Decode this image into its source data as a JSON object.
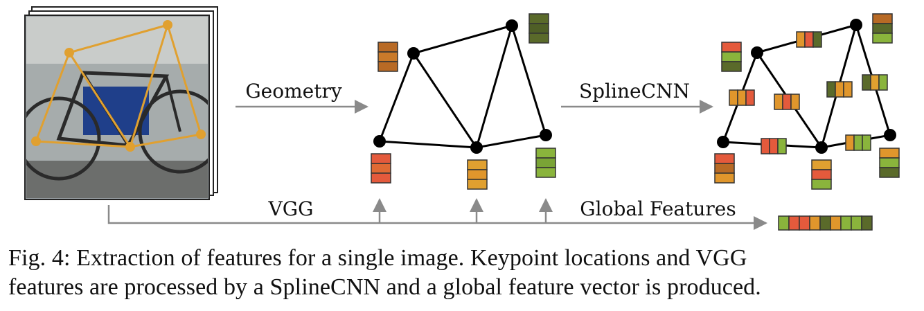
{
  "labels": {
    "geometry": "Geometry",
    "splinecnn": "SplineCNN",
    "vgg": "VGG",
    "global_features": "Global Features"
  },
  "caption": {
    "line1": "Fig. 4: Extraction of features for a single image. Keypoint locations and VGG",
    "line2": "features are processed by a SplineCNN and a global feature vector is produced."
  },
  "colors": {
    "red": "#e45a3c",
    "orange": "#e08a2a",
    "amber": "#e0a030",
    "brown": "#b86a25",
    "olive": "#5a6a2a",
    "lime": "#8ab43c",
    "keypoint_overlay": "#e0a030",
    "arrow": "#8a8a8a"
  },
  "icons": {
    "photo": "bicycle-photo-stack"
  }
}
